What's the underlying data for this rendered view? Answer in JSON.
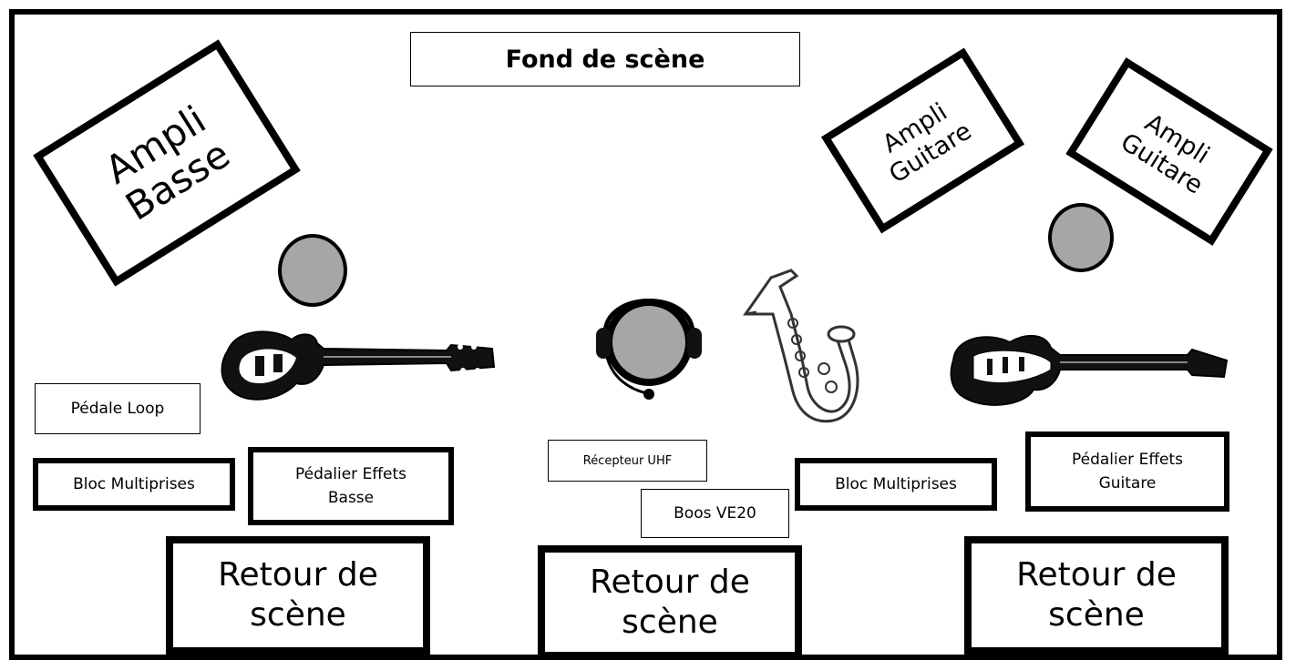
{
  "stage": {
    "title": "Fond de scène"
  },
  "amps": {
    "bass": [
      "Ampli",
      "Basse"
    ],
    "guitar1": [
      "Ampli",
      "Guitare"
    ],
    "guitar2": [
      "Ampli",
      "Guitare"
    ]
  },
  "labels": {
    "pedale_loop": "Pédale Loop",
    "bloc_left": "Bloc Multiprises",
    "pedalier_bass": [
      "Pédalier Effets",
      "Basse"
    ],
    "recepteur": "Récepteur UHF",
    "boss": "Boos VE20",
    "bloc_right": "Bloc Multiprises",
    "pedalier_guitar": [
      "Pédalier Effets",
      "Guitare"
    ]
  },
  "monitors": {
    "left": [
      "Retour de",
      "scène"
    ],
    "center": [
      "Retour de",
      "scène"
    ],
    "right": [
      "Retour de",
      "scène"
    ]
  },
  "icons": [
    "bass-guitar-icon",
    "headset-singer-icon",
    "saxophone-icon",
    "electric-guitar-icon",
    "musician-circle-icon"
  ],
  "colors": {
    "musician_fill": "#a6a6a6",
    "border": "#000000",
    "background": "#ffffff"
  }
}
